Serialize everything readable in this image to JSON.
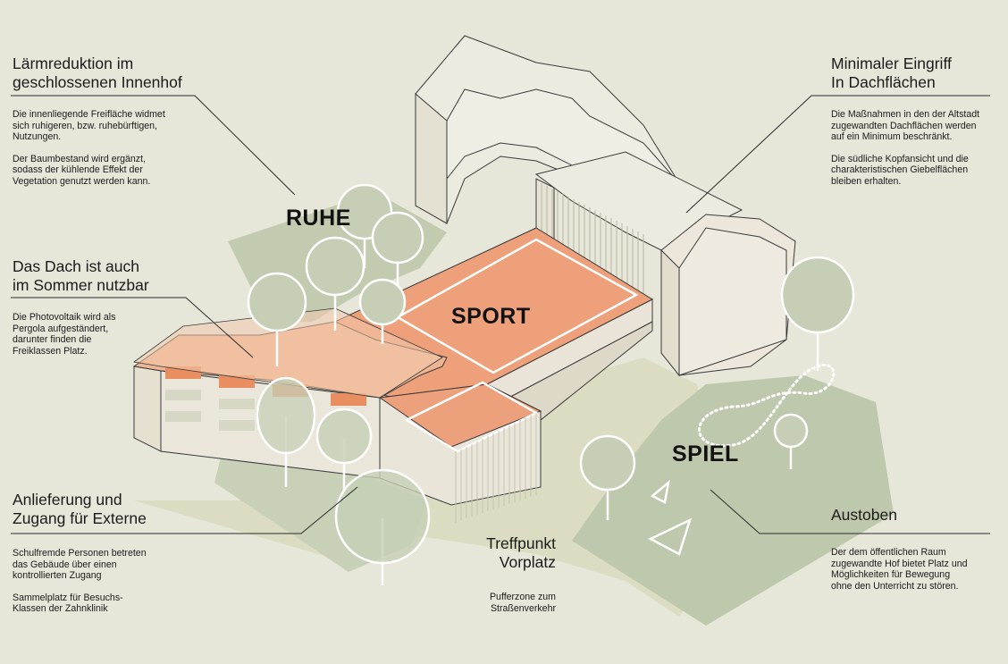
{
  "zones": {
    "ruhe": "RUHE",
    "sport": "SPORT",
    "spiel": "SPIEL"
  },
  "annotations": {
    "laerm": {
      "title_1": "Lärmreduktion im",
      "title_2": "geschlossenen Innenhof",
      "text_1": [
        "Die innenliegende Freifläche widmet",
        "sich ruhigeren, bzw. ruhebürftigen,",
        "Nutzungen."
      ],
      "text_2": [
        "Der Baumbestand wird ergänzt,",
        "sodass der kühlende Effekt der",
        "Vegetation genutzt werden kann."
      ]
    },
    "dach": {
      "title_1": "Das Dach ist auch",
      "title_2": "im Sommer nutzbar",
      "text_1": [
        "Die Photovoltaik wird als",
        "Pergola aufgeständert,",
        "darunter finden die",
        "Freiklassen Platz."
      ]
    },
    "anlieferung": {
      "title_1": "Anlieferung und",
      "title_2": "Zugang für Externe",
      "text_1": [
        "Schulfremde Personen betreten",
        "das Gebäude über einen",
        "kontrollierten Zugang"
      ],
      "text_2": [
        "Sammelplatz für Besuchs-",
        "Klassen der Zahnklinik"
      ]
    },
    "treffpunkt": {
      "title_1": "Treffpunkt",
      "title_2": "Vorplatz",
      "text_1": [
        "Pufferzone zum",
        "Straßenverkehr"
      ]
    },
    "eingriff": {
      "title_1": "Minimaler Eingriff",
      "title_2": "In Dachflächen",
      "text_1": [
        "Die Maßnahmen in den der Altstadt",
        "zugewandten Dachflächen werden",
        "auf ein Minimum beschränkt."
      ],
      "text_2": [
        "Die südliche Kopfansicht und die",
        "charakteristischen Giebelflächen",
        "bleiben erhalten."
      ]
    },
    "austoben": {
      "title_1": "Austoben",
      "text_1": [
        "Der dem öffentlichen Raum",
        "zugewandte Hof bietet Platz und",
        "Möglichkeiten für Bewegung",
        "ohne den Unterricht zu stören."
      ]
    }
  },
  "colors": {
    "background": "#e6e6d9",
    "green_ground": "#bfc9ae",
    "light_ground": "#ddddc5",
    "building_wall": "#ece8de",
    "building_roof": "#e9e8da",
    "sport_orange": "#ec9e77",
    "pv_orange": "#f0b48f",
    "tree_fill": "#c7d0b8",
    "tree_stroke": "#ffffff"
  }
}
